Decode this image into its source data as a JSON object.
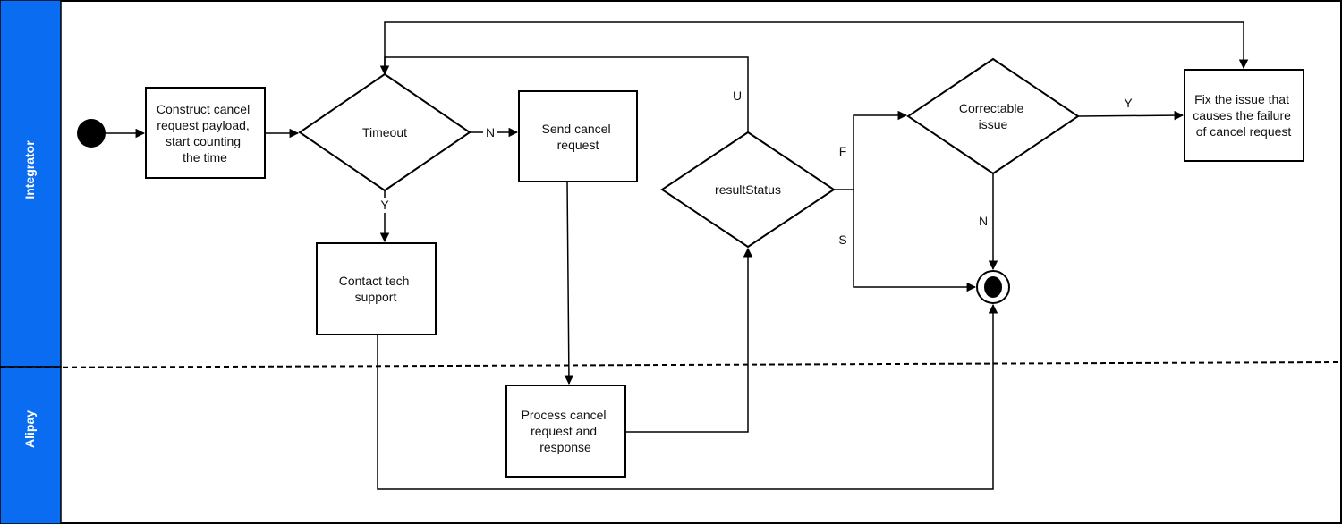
{
  "colors": {
    "lane_bar": "#0a6cf0",
    "lane_text": "#ffffff",
    "stroke": "#000000"
  },
  "lanes": {
    "top": "Integrator",
    "bottom": "Alipay"
  },
  "nodes": {
    "construct": [
      "Construct cancel",
      "request payload,",
      "start counting",
      "the time"
    ],
    "timeout": "Timeout",
    "send": [
      "Send cancel",
      "request"
    ],
    "contact": [
      "Contact tech",
      "support"
    ],
    "process": [
      "Process cancel",
      "request and",
      "response"
    ],
    "result_status": "resultStatus",
    "correctable": [
      "Correctable",
      "issue"
    ],
    "fix": [
      "Fix the issue that",
      "causes the failure",
      "of cancel request"
    ]
  },
  "edge_labels": {
    "timeout_no": "N",
    "timeout_yes": "Y",
    "status_u": "U",
    "status_f": "F",
    "status_s": "S",
    "correctable_yes": "Y",
    "correctable_no": "N"
  }
}
